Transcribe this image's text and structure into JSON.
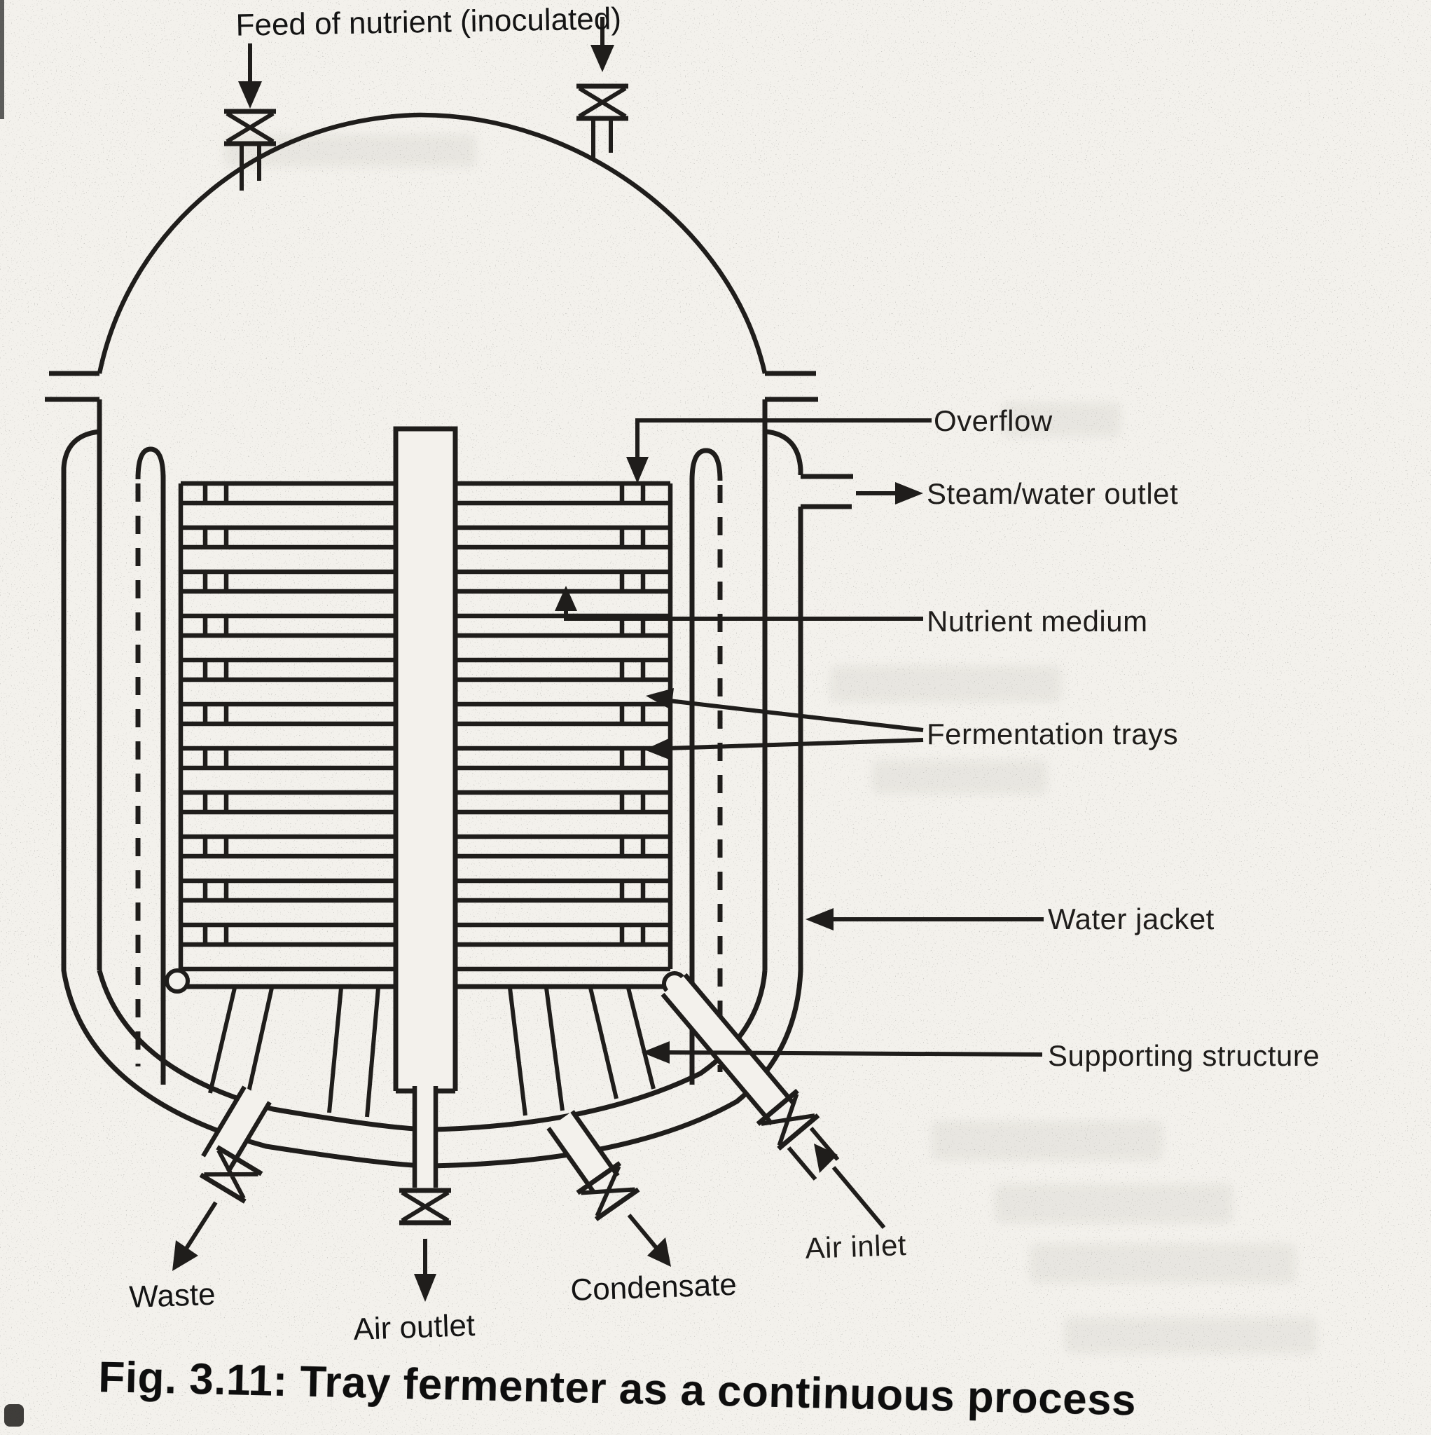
{
  "figure": {
    "caption": "Fig. 3.11: Tray fermenter as a continuous process",
    "labels": {
      "feed": "Feed of nutrient (inoculated)",
      "overflow": "Overflow",
      "steam_water_outlet": "Steam/water outlet",
      "nutrient_medium": "Nutrient medium",
      "fermentation_trays": "Fermentation trays",
      "water_jacket": "Water jacket",
      "supporting_structure": "Supporting structure",
      "air_inlet": "Air inlet",
      "waste": "Waste",
      "air_outlet": "Air outlet",
      "condensate": "Condensate"
    },
    "colors": {
      "ink": "#1f1d1b",
      "paper": "#f3f1ec"
    },
    "tray_count": 11
  }
}
